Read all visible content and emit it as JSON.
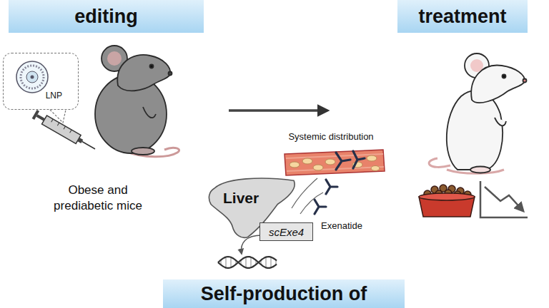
{
  "diagram": {
    "nodes": [
      {
        "text": [
          "editing"
        ]
      },
      {
        "text": [
          "LNP"
        ]
      },
      {
        "text": [
          "treatment"
        ]
      },
      {
        "text": [
          "Liver"
        ]
      },
      {
        "text": [
          "scExe4"
        ]
      },
      {
        "text": [
          "Self-production of"
        ]
      }
    ],
    "labels": [
      "Obese and prediabetic mice",
      "Systemic distribution",
      "Exenatide"
    ]
  }
}
